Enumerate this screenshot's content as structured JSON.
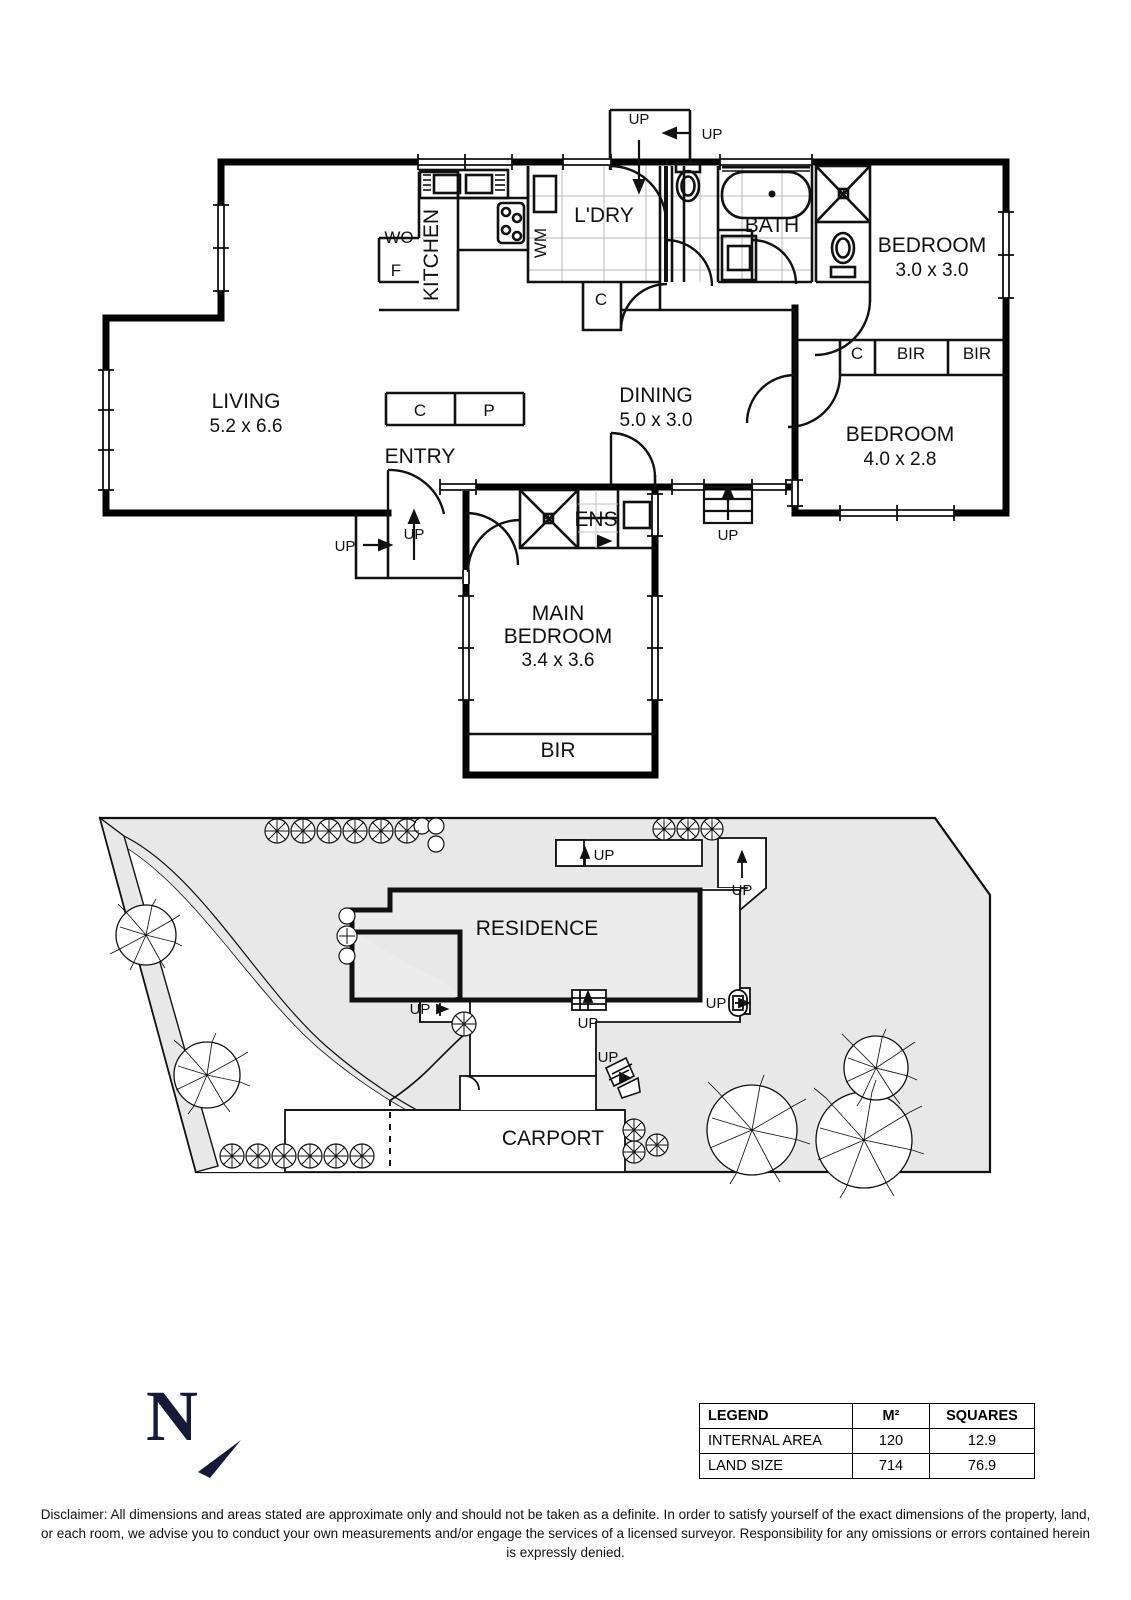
{
  "document": {
    "type": "real-estate-floorplan",
    "sections": [
      "floor-plan",
      "site-plan",
      "legend",
      "compass",
      "disclaimer"
    ]
  },
  "floor_plan": {
    "rooms": [
      {
        "name": "LIVING",
        "dim": "5.2 x 6.6"
      },
      {
        "name": "KITCHEN",
        "dim": ""
      },
      {
        "name": "L'DRY",
        "dim": ""
      },
      {
        "name": "BATH",
        "dim": ""
      },
      {
        "name": "BEDROOM",
        "dim": "3.0 x 3.0"
      },
      {
        "name": "DINING",
        "dim": "5.0 x 3.0"
      },
      {
        "name": "BEDROOM",
        "dim": "4.0 x 2.8"
      },
      {
        "name": "MAIN BEDROOM",
        "dim": "3.4 x 3.6"
      },
      {
        "name": "ENS",
        "dim": ""
      },
      {
        "name": "ENTRY",
        "dim": ""
      }
    ],
    "labels": {
      "living": "LIVING",
      "living_dim": "5.2 x 6.6",
      "kitchen": "KITCHEN",
      "ldry": "L'DRY",
      "bath": "BATH",
      "bedroom1": "BEDROOM",
      "bedroom1_dim": "3.0 x 3.0",
      "dining": "DINING",
      "dining_dim": "5.0 x 3.0",
      "bedroom2": "BEDROOM",
      "bedroom2_dim": "4.0 x 2.8",
      "main_bedroom_l1": "MAIN",
      "main_bedroom_l2": "BEDROOM",
      "main_bedroom_dim": "3.4 x 3.6",
      "ens": "ENS",
      "entry": "ENTRY",
      "wo": "WO",
      "f": "F",
      "wm": "WM",
      "c_ldry": "C",
      "c_entry": "C",
      "p_entry": "P",
      "c_bed2": "C",
      "bir_bed2_a": "BIR",
      "bir_bed2_b": "BIR",
      "bir_main": "BIR"
    },
    "stair_markers": [
      {
        "id": "up-ldry-top",
        "text": "UP"
      },
      {
        "id": "up-ldry-right",
        "text": "UP"
      },
      {
        "id": "up-entry-left",
        "text": "UP"
      },
      {
        "id": "up-entry-mid",
        "text": "UP"
      },
      {
        "id": "up-dining",
        "text": "UP"
      }
    ]
  },
  "site_plan": {
    "labels": {
      "residence": "RESIDENCE",
      "carport": "CARPORT"
    },
    "stair_markers": [
      {
        "id": "up-site-north",
        "text": "UP"
      },
      {
        "id": "up-site-northeast",
        "text": "UP"
      },
      {
        "id": "up-site-west",
        "text": "UP"
      },
      {
        "id": "up-site-center",
        "text": "UP"
      },
      {
        "id": "up-site-east",
        "text": "UP"
      },
      {
        "id": "up-site-carport",
        "text": "UP"
      }
    ]
  },
  "legend": {
    "headers": [
      "LEGEND",
      "M²",
      "SQUARES"
    ],
    "rows": [
      {
        "label": "INTERNAL AREA",
        "m2": "120",
        "squares": "12.9"
      },
      {
        "label": "LAND SIZE",
        "m2": "714",
        "squares": "76.9"
      }
    ]
  },
  "compass": {
    "letter": "N",
    "color": "#151a38"
  },
  "disclaimer": {
    "text": "Disclaimer: All dimensions and areas stated are approximate only and should not be taken as a definite. In order to satisfy yourself of the exact dimensions of the property, land, or each room, we advise you to conduct your own measurements and/or engage the services of a licensed surveyor. Responsibility for any omissions or errors contained herein is expressly denied."
  },
  "colors": {
    "wall": "#000000",
    "thin": "#1a1a1a",
    "land_fill": "#e8e8e8",
    "residence_fill": "#ececec",
    "text": "#111111"
  }
}
